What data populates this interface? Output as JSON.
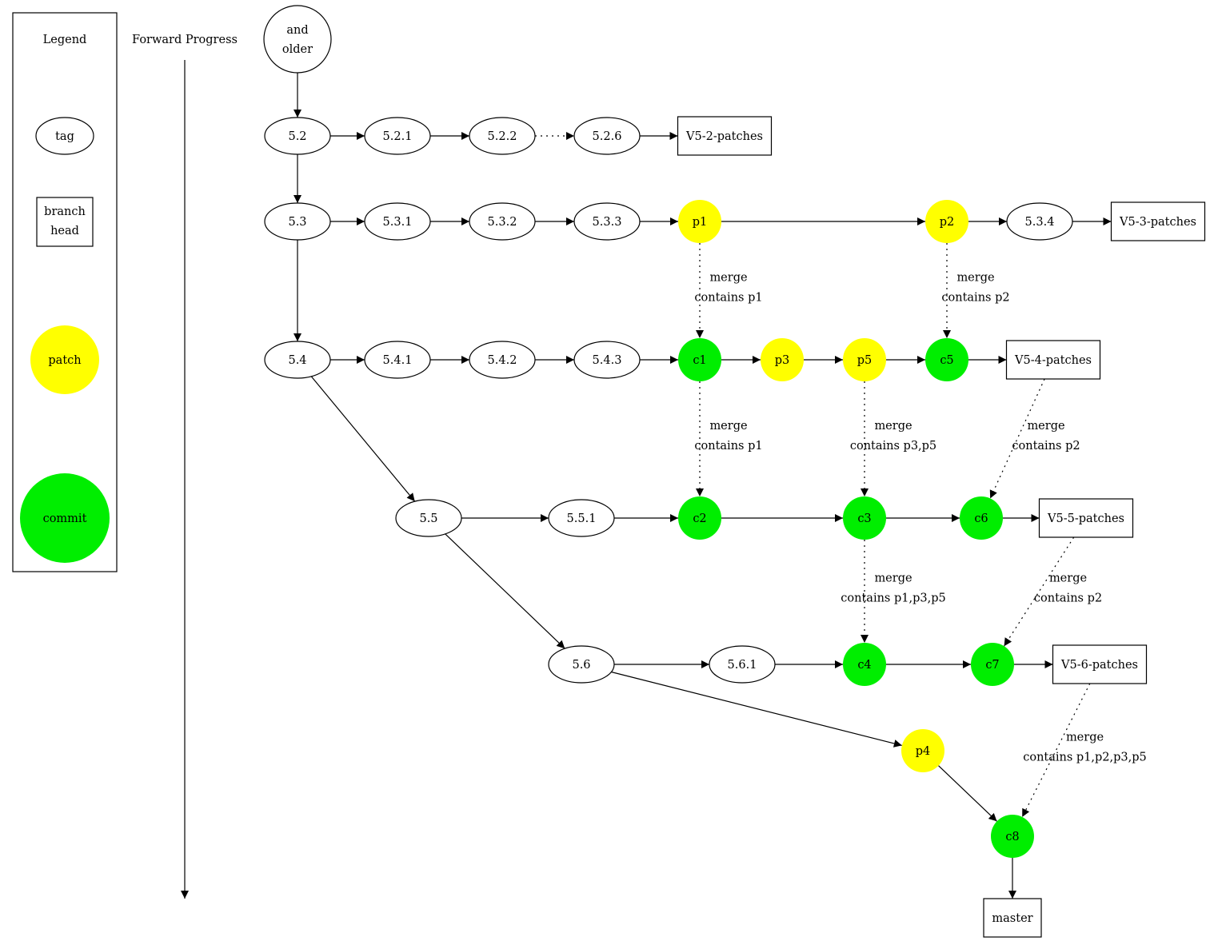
{
  "legend": {
    "title": "Legend",
    "items": [
      {
        "key": "tag",
        "label": "tag"
      },
      {
        "key": "branch",
        "label": [
          "branch",
          "head"
        ]
      },
      {
        "key": "patch",
        "label": "patch"
      },
      {
        "key": "commit",
        "label": "commit"
      }
    ]
  },
  "progress": {
    "label": "Forward Progress"
  },
  "colors": {
    "patch": "#ffff00",
    "commit": "#00ee00",
    "stroke": "#000000",
    "background": "#ffffff"
  },
  "nodes": [
    {
      "id": "older",
      "kind": "tag",
      "label": [
        "and",
        "older"
      ]
    },
    {
      "id": "t52",
      "kind": "tag",
      "label": "5.2"
    },
    {
      "id": "t521",
      "kind": "tag",
      "label": "5.2.1"
    },
    {
      "id": "t522",
      "kind": "tag",
      "label": "5.2.2"
    },
    {
      "id": "t526",
      "kind": "tag",
      "label": "5.2.6"
    },
    {
      "id": "b52",
      "kind": "branch",
      "label": "V5-2-patches"
    },
    {
      "id": "t53",
      "kind": "tag",
      "label": "5.3"
    },
    {
      "id": "t531",
      "kind": "tag",
      "label": "5.3.1"
    },
    {
      "id": "t532",
      "kind": "tag",
      "label": "5.3.2"
    },
    {
      "id": "t533",
      "kind": "tag",
      "label": "5.3.3"
    },
    {
      "id": "p1",
      "kind": "patch",
      "label": "p1"
    },
    {
      "id": "p2",
      "kind": "patch",
      "label": "p2"
    },
    {
      "id": "t534",
      "kind": "tag",
      "label": "5.3.4"
    },
    {
      "id": "b53",
      "kind": "branch",
      "label": "V5-3-patches"
    },
    {
      "id": "t54",
      "kind": "tag",
      "label": "5.4"
    },
    {
      "id": "t541",
      "kind": "tag",
      "label": "5.4.1"
    },
    {
      "id": "t542",
      "kind": "tag",
      "label": "5.4.2"
    },
    {
      "id": "t543",
      "kind": "tag",
      "label": "5.4.3"
    },
    {
      "id": "c1",
      "kind": "commit",
      "label": "c1"
    },
    {
      "id": "p3",
      "kind": "patch",
      "label": "p3"
    },
    {
      "id": "p5",
      "kind": "patch",
      "label": "p5"
    },
    {
      "id": "c5",
      "kind": "commit",
      "label": "c5"
    },
    {
      "id": "b54",
      "kind": "branch",
      "label": "V5-4-patches"
    },
    {
      "id": "t55",
      "kind": "tag",
      "label": "5.5"
    },
    {
      "id": "t551",
      "kind": "tag",
      "label": "5.5.1"
    },
    {
      "id": "c2",
      "kind": "commit",
      "label": "c2"
    },
    {
      "id": "c3",
      "kind": "commit",
      "label": "c3"
    },
    {
      "id": "c6",
      "kind": "commit",
      "label": "c6"
    },
    {
      "id": "b55",
      "kind": "branch",
      "label": "V5-5-patches"
    },
    {
      "id": "t56",
      "kind": "tag",
      "label": "5.6"
    },
    {
      "id": "t561",
      "kind": "tag",
      "label": "5.6.1"
    },
    {
      "id": "c4",
      "kind": "commit",
      "label": "c4"
    },
    {
      "id": "c7",
      "kind": "commit",
      "label": "c7"
    },
    {
      "id": "b56",
      "kind": "branch",
      "label": "V5-6-patches"
    },
    {
      "id": "p4",
      "kind": "patch",
      "label": "p4"
    },
    {
      "id": "c8",
      "kind": "commit",
      "label": "c8"
    },
    {
      "id": "master",
      "kind": "branch",
      "label": "master"
    }
  ],
  "edges": [
    {
      "from": "older",
      "to": "t52"
    },
    {
      "from": "t52",
      "to": "t521"
    },
    {
      "from": "t521",
      "to": "t522"
    },
    {
      "from": "t522",
      "to": "t526",
      "style": "dotted"
    },
    {
      "from": "t526",
      "to": "b52"
    },
    {
      "from": "t52",
      "to": "t53"
    },
    {
      "from": "t53",
      "to": "t531"
    },
    {
      "from": "t531",
      "to": "t532"
    },
    {
      "from": "t532",
      "to": "t533"
    },
    {
      "from": "t533",
      "to": "p1"
    },
    {
      "from": "p1",
      "to": "p2"
    },
    {
      "from": "p2",
      "to": "t534"
    },
    {
      "from": "t534",
      "to": "b53"
    },
    {
      "from": "t53",
      "to": "t54"
    },
    {
      "from": "t54",
      "to": "t541"
    },
    {
      "from": "t541",
      "to": "t542"
    },
    {
      "from": "t542",
      "to": "t543"
    },
    {
      "from": "t543",
      "to": "c1"
    },
    {
      "from": "c1",
      "to": "p3"
    },
    {
      "from": "p3",
      "to": "p5"
    },
    {
      "from": "p5",
      "to": "c5"
    },
    {
      "from": "c5",
      "to": "b54"
    },
    {
      "from": "t54",
      "to": "t55"
    },
    {
      "from": "t55",
      "to": "t551"
    },
    {
      "from": "t551",
      "to": "c2"
    },
    {
      "from": "c2",
      "to": "c3"
    },
    {
      "from": "c3",
      "to": "c6"
    },
    {
      "from": "c6",
      "to": "b55"
    },
    {
      "from": "t55",
      "to": "t56"
    },
    {
      "from": "t56",
      "to": "t561"
    },
    {
      "from": "t561",
      "to": "c4"
    },
    {
      "from": "c4",
      "to": "c7"
    },
    {
      "from": "c7",
      "to": "b56"
    },
    {
      "from": "t56",
      "to": "p4"
    },
    {
      "from": "p4",
      "to": "c8"
    },
    {
      "from": "c8",
      "to": "master"
    },
    {
      "from": "p1",
      "to": "c1",
      "style": "dotted",
      "label": [
        "merge",
        "contains p1"
      ]
    },
    {
      "from": "p2",
      "to": "c5",
      "style": "dotted",
      "label": [
        "merge",
        "contains p2"
      ]
    },
    {
      "from": "c1",
      "to": "c2",
      "style": "dotted",
      "label": [
        "merge",
        "contains p1"
      ]
    },
    {
      "from": "p5",
      "to": "c3",
      "style": "dotted",
      "label": [
        "merge",
        "contains p3,p5"
      ]
    },
    {
      "from": "b54",
      "to": "c6",
      "style": "dotted",
      "label": [
        "merge",
        "contains p2"
      ]
    },
    {
      "from": "c3",
      "to": "c4",
      "style": "dotted",
      "label": [
        "merge",
        "contains p1,p3,p5"
      ]
    },
    {
      "from": "b55",
      "to": "c7",
      "style": "dotted",
      "label": [
        "merge",
        "contains p2"
      ]
    },
    {
      "from": "b56",
      "to": "c8",
      "style": "dotted",
      "label": [
        "merge",
        "contains p1,p2,p3,p5"
      ]
    }
  ]
}
